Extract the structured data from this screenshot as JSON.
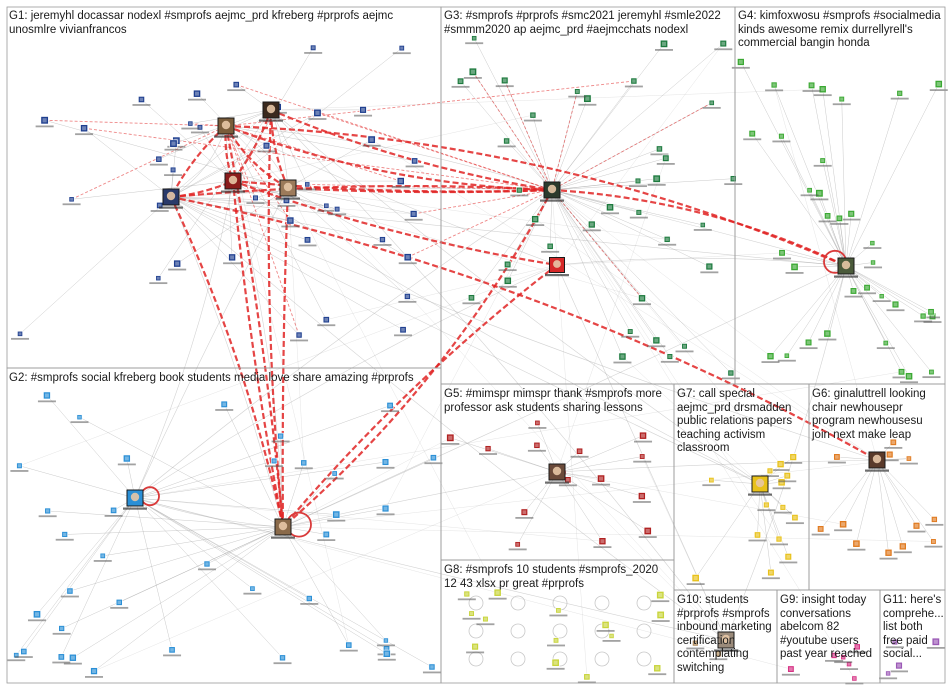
{
  "graph_title": "",
  "groups": [
    {
      "id": "G1",
      "label": "G1: jeremyhl docassar nodexl #smprofs aejmc_prd kfreberg #prprofs aejmc unosmlre vivianfrancos",
      "color": "#1f3f8f"
    },
    {
      "id": "G2",
      "label": "G2: #smprofs social kfreberg book students media love share amazing #prprofs",
      "color": "#2a8fd6"
    },
    {
      "id": "G3",
      "label": "G3: #smprofs #prprofs #smc2021 jeremyhl #smle2022 #smmm2020 ap aejmc_prd #aejmcchats nodexl",
      "color": "#1d7a3e"
    },
    {
      "id": "G4",
      "label": "G4: kimfoxwosu #smprofs #socialmedia kinds awesome remix durrellyrell's commercial bangin honda",
      "color": "#3aa832"
    },
    {
      "id": "G5",
      "label": "G5: #mimspr mimspr thank #smprofs more professor ask students sharing lessons",
      "color": "#b02020"
    },
    {
      "id": "G6",
      "label": "G6: ginaluttrell looking chair newhousepr program newhousesu join next make leap",
      "color": "#e07a1f"
    },
    {
      "id": "G7",
      "label": "G7: call special aejmc_prd drsmadden public relations papers teaching activism classroom",
      "color": "#e8c11a"
    },
    {
      "id": "G8",
      "label": "G8: #smprofs 10 students #smprofs_2020 12 43 xlsx pr great #prprofs",
      "color": "#c8d43a"
    },
    {
      "id": "G9",
      "label": "G9: insight today conversations abelcom 82 #youtube users past year reached",
      "color": "#d63384"
    },
    {
      "id": "G10",
      "label": "G10: students #prprofs #smprofs inbound marketing certification contemplating switching",
      "color": "#b08a5a"
    },
    {
      "id": "G11",
      "label": "G11: here's comprehe... list both free paid social...",
      "color": "#9b59b6"
    }
  ],
  "legend_colors": {
    "border": "#9a9a9a",
    "edge_gray": "#9e9e9e",
    "edge_red": "#e02424",
    "selfloop": "#d93a3a"
  }
}
